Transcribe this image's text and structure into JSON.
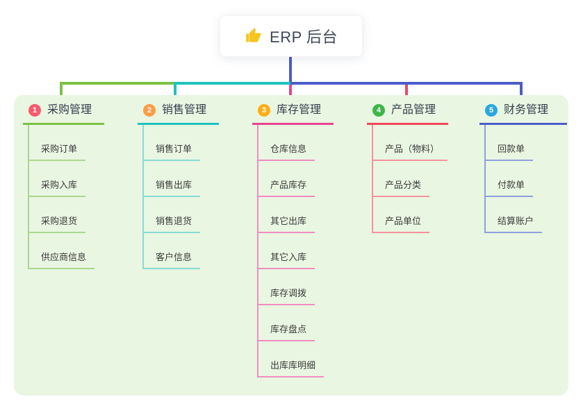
{
  "root": {
    "title": "ERP 后台",
    "icon": "thumbs-up-icon",
    "icon_color": "#f7c51e"
  },
  "colors": {
    "page_bg": "#ffffff",
    "panel_bg": "#e9f6e2",
    "root_line": "#4a5cc9",
    "root_text": "#3d4756"
  },
  "branches": [
    {
      "badge": "1",
      "label": "采购管理",
      "badge_color": "#f65b6e",
      "line_color": "#7bc144",
      "child_line_color": "#abd78f",
      "children": [
        "采购订单",
        "采购入库",
        "采购退货",
        "供应商信息"
      ]
    },
    {
      "badge": "2",
      "label": "销售管理",
      "badge_color": "#ff9c46",
      "line_color": "#1ec3be",
      "child_line_color": "#86dcd3",
      "children": [
        "销售订单",
        "销售出库",
        "销售退货",
        "客户信息"
      ]
    },
    {
      "badge": "3",
      "label": "库存管理",
      "badge_color": "#fdae16",
      "line_color": "#e84390",
      "child_line_color": "#f08cc0",
      "children": [
        "仓库信息",
        "产品库存",
        "其它出库",
        "其它入库",
        "库存调拨",
        "库存盘点",
        "出库库明细"
      ]
    },
    {
      "badge": "4",
      "label": "产品管理",
      "badge_color": "#3db64b",
      "line_color": "#f0475c",
      "child_line_color": "#f5929d",
      "children": [
        "产品（物料）",
        "产品分类",
        "产品单位"
      ]
    },
    {
      "badge": "5",
      "label": "财务管理",
      "badge_color": "#2ba6e0",
      "line_color": "#4a5cc9",
      "child_line_color": "#8fa0dd",
      "children": [
        "回款单",
        "付款单",
        "结算账户"
      ]
    }
  ]
}
